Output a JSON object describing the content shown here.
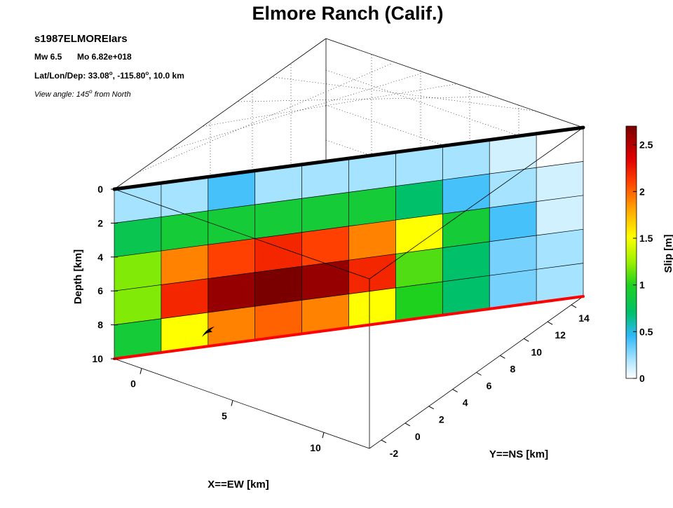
{
  "figure": {
    "title": "Elmore Ranch (Calif.)",
    "event_id": "s1987ELMOREIars",
    "magnitude_text": "Mw 6.5",
    "moment_text": "Mo 6.82e+018",
    "location_prefix": "Lat/Lon/Dep: ",
    "lat": "33.08",
    "lon": ", -115.80",
    "dep": ", 10.0 km",
    "degree_symbol": "o",
    "view_prefix": "View angle: 145",
    "view_suffix": " from North"
  },
  "chart_data": {
    "type": "heatmap",
    "subtype": "3d-fault-slip-distribution",
    "title": "Elmore Ranch (Calif.)",
    "zlabel": "Depth [km]",
    "xlabel": "X==EW [km]",
    "ylabel": "Y==NS [km]",
    "colorbar_label": "Slip [m]",
    "depth_ticks": [
      0,
      2,
      4,
      6,
      8,
      10
    ],
    "x_ticks": [
      0,
      5,
      10
    ],
    "y_ticks": [
      -2,
      0,
      2,
      4,
      6,
      8,
      10,
      12,
      14
    ],
    "colorbar_ticks": [
      0,
      0.5,
      1,
      1.5,
      2,
      2.5
    ],
    "colorbar_range": [
      0,
      2.7
    ],
    "depth_range": [
      0,
      10
    ],
    "grid": true,
    "rows_top_to_bottom": [
      [
        0.2,
        0.2,
        0.4,
        0.2,
        0.2,
        0.2,
        0.2,
        0.2,
        0.1,
        0.0
      ],
      [
        0.8,
        0.9,
        0.9,
        0.9,
        0.9,
        0.9,
        0.7,
        0.4,
        0.2,
        0.1
      ],
      [
        1.2,
        1.9,
        2.1,
        2.2,
        2.1,
        1.9,
        1.5,
        0.9,
        0.4,
        0.1
      ],
      [
        1.2,
        2.2,
        2.6,
        2.7,
        2.6,
        2.2,
        1.1,
        0.7,
        0.3,
        0.2
      ],
      [
        0.9,
        1.5,
        1.9,
        2.0,
        1.9,
        1.5,
        1.0,
        0.7,
        0.3,
        0.2
      ]
    ],
    "colors": {
      "top_edge": "#000000",
      "bottom_edge": "#ff0000",
      "hypocenter": "#000000"
    }
  }
}
